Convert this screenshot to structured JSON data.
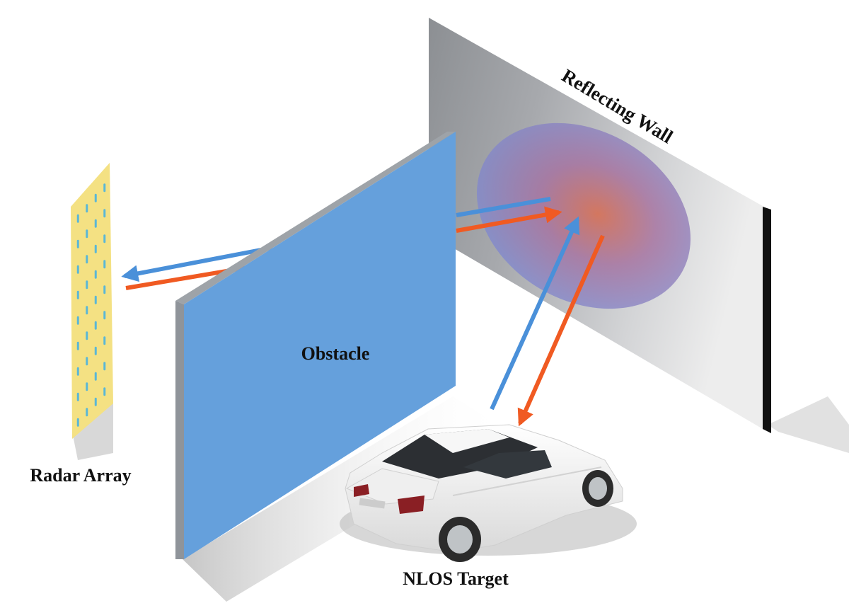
{
  "labels": {
    "reflecting_wall": "Reflecting Wall",
    "obstacle": "Obstacle",
    "radar_array": "Radar Array",
    "target": "NLOS Target"
  },
  "colors": {
    "direct_path": "#4a90d9",
    "return_path": "#f05a22",
    "obstacle_face": "#65a0dc",
    "radar_panel": "#f4e183",
    "radar_element": "#5bb7d6"
  },
  "icons": {
    "radar": "radar-array-panel",
    "target": "white-sedan-car"
  }
}
